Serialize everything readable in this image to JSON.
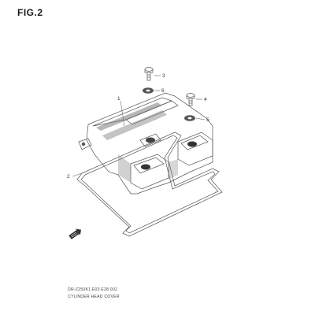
{
  "title": "FIG.2",
  "callouts": [
    "1",
    "2",
    "3",
    "4",
    "5",
    "6"
  ],
  "caption": {
    "line1": "DR-Z250K1 E03 E28 002",
    "line2": "CYLINDER HEAD COVER"
  }
}
